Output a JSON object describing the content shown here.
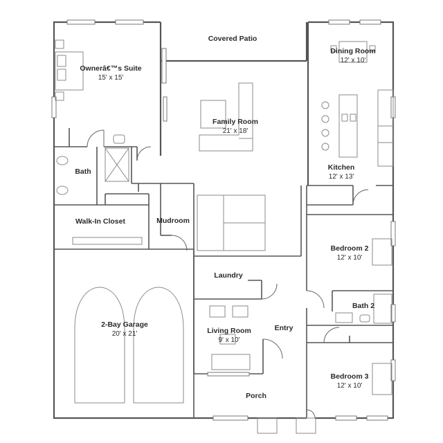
{
  "rooms": {
    "covered_patio": {
      "name": "Covered Patio"
    },
    "dining_room": {
      "name": "Dining Room",
      "dims": "12' x 10'"
    },
    "owners_suite": {
      "name": "Ownerâ€™s Suite",
      "dims": "15' x 15'"
    },
    "family_room": {
      "name": "Family Room",
      "dims": "21' x 18'"
    },
    "bath": {
      "name": "Bath"
    },
    "kitchen": {
      "name": "Kitchen",
      "dims": "12' x 13'"
    },
    "walk_in_closet": {
      "name": "Walk-In Closet"
    },
    "mudroom": {
      "name": "Mudroom"
    },
    "bedroom_2": {
      "name": "Bedroom 2",
      "dims": "12' x 10'"
    },
    "laundry": {
      "name": "Laundry"
    },
    "bath_2": {
      "name": "Bath 2"
    },
    "garage": {
      "name": "2-Bay Garage",
      "dims": "20' x 21'"
    },
    "entry": {
      "name": "Entry"
    },
    "living_room": {
      "name": "Living Room",
      "dims": "9' x 10'"
    },
    "bedroom_3": {
      "name": "Bedroom 3",
      "dims": "12' x 10'"
    },
    "porch": {
      "name": "Porch"
    }
  },
  "colors": {
    "wall": "#555555",
    "fixture": "#8a8a8a",
    "text": "#2a2a2a"
  }
}
